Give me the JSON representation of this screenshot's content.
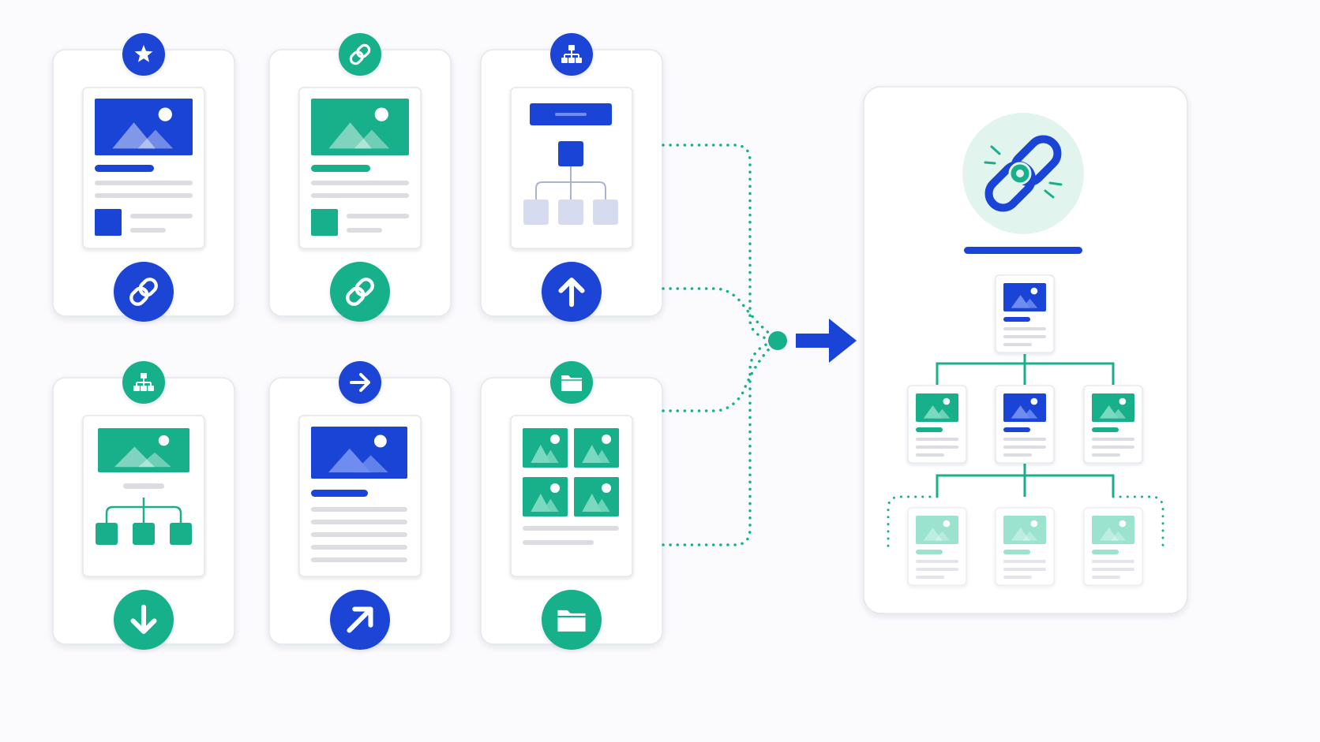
{
  "colors": {
    "blue": "#1a44d6",
    "green": "#17b08a",
    "light_blue": "#6f8df0",
    "light_green": "#7ad9c0",
    "pale_green": "#e2f4ee",
    "gray_line": "#dcdde3",
    "card_border": "#e5e6ec",
    "card_bg": "#ffffff",
    "node_gray": "#d7dbef"
  },
  "cards": [
    {
      "id": "card-1",
      "top_icon": "star-icon",
      "top_color": "blue",
      "content": "page-layout",
      "accent": "blue",
      "bottom_icon": "link-icon",
      "bottom_color": "blue"
    },
    {
      "id": "card-2",
      "top_icon": "link-icon",
      "top_color": "green",
      "content": "page-layout",
      "accent": "green",
      "bottom_icon": "link-icon",
      "bottom_color": "green"
    },
    {
      "id": "card-3",
      "top_icon": "sitemap-icon",
      "top_color": "blue",
      "content": "hierarchy",
      "accent": "blue",
      "bottom_icon": "arrow-up-icon",
      "bottom_color": "blue"
    },
    {
      "id": "card-4",
      "top_icon": "sitemap-icon",
      "top_color": "green",
      "content": "image-tree",
      "accent": "green",
      "bottom_icon": "arrow-down-icon",
      "bottom_color": "green"
    },
    {
      "id": "card-5",
      "top_icon": "arrow-right-icon",
      "top_color": "blue",
      "content": "article",
      "accent": "blue",
      "bottom_icon": "arrow-up-right-icon",
      "bottom_color": "blue"
    },
    {
      "id": "card-6",
      "top_icon": "folder-icon",
      "top_color": "green",
      "content": "gallery",
      "accent": "green",
      "bottom_icon": "folder-icon",
      "bottom_color": "green"
    }
  ],
  "connectors": {
    "style": "dotted",
    "color": "green",
    "merge": "single-node",
    "arrow": "arrow-right-icon"
  },
  "result_panel": {
    "hero_icon": "broken-link-icon",
    "tree_levels": [
      [
        {
          "accent": "blue"
        }
      ],
      [
        {
          "accent": "green"
        },
        {
          "accent": "blue"
        },
        {
          "accent": "green"
        }
      ],
      [
        {
          "accent": "faded-green"
        },
        {
          "accent": "faded-green"
        },
        {
          "accent": "faded-green"
        }
      ]
    ]
  }
}
